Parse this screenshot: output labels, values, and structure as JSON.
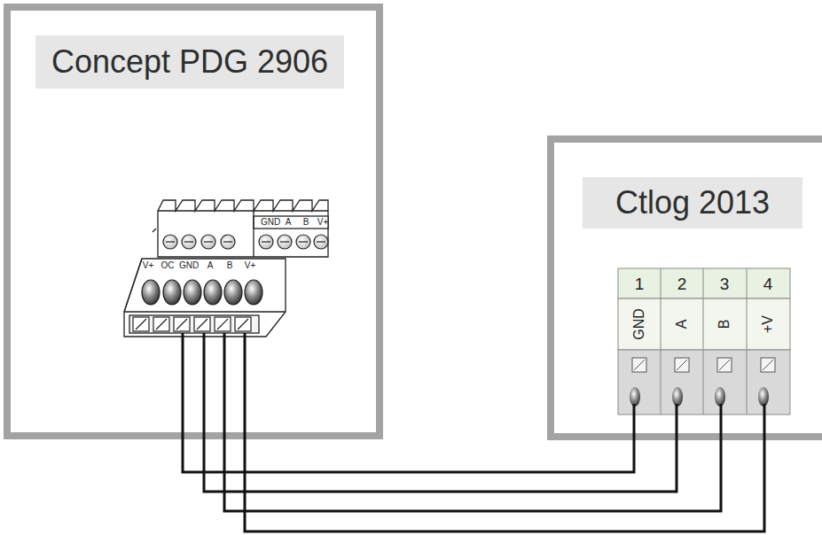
{
  "diagram": {
    "nodes": [
      {
        "text": [
          "Concept PDG 2906"
        ]
      },
      {
        "text": [
          "Ctlog 2013"
        ]
      }
    ],
    "edges": [
      {
        "from": 0,
        "to": 1,
        "arrow": "none"
      },
      {
        "from": 0,
        "to": 1,
        "arrow": "none"
      },
      {
        "from": 0,
        "to": 1,
        "arrow": "none"
      },
      {
        "from": 0,
        "to": 1,
        "arrow": "none"
      }
    ],
    "labels": [
      "GND",
      "A",
      "B",
      "V+",
      "V+",
      "OC",
      "GND",
      "A",
      "B",
      "V+",
      "1",
      "2",
      "3",
      "4",
      "GND",
      "A",
      "B",
      "+V"
    ]
  }
}
